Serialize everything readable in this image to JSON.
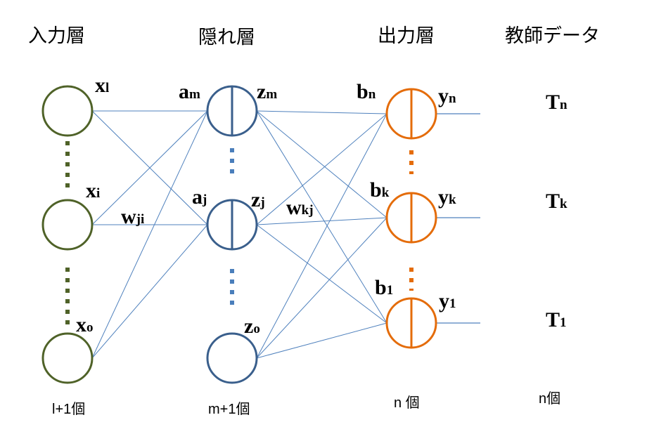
{
  "colors": {
    "input": "#4f6228",
    "hidden": "#3a5f8c",
    "hidden_dots": "#4a7ebb",
    "output": "#e46c0a",
    "edge": "#4f81bd"
  },
  "headers": {
    "input": "入力層",
    "hidden": "隠れ層",
    "output": "出力層",
    "teacher": "教師データ"
  },
  "counts": {
    "input": "l+1個",
    "hidden": "m+1個",
    "output": "n 個",
    "teacher": "n個"
  },
  "layers": {
    "input": [
      {
        "id": "x_l",
        "label_main": "x",
        "label_sub": "l"
      },
      {
        "id": "x_i",
        "label_main": "x",
        "label_sub": "i"
      },
      {
        "id": "x_o",
        "label_main": "x",
        "label_sub": "o"
      }
    ],
    "hidden": [
      {
        "id": "m",
        "in_main": "a",
        "in_sub": "m",
        "out_main": "z",
        "out_sub": "m",
        "divided": true
      },
      {
        "id": "j",
        "in_main": "a",
        "in_sub": "j",
        "out_main": "z",
        "out_sub": "j",
        "divided": true
      },
      {
        "id": "o",
        "out_main": "z",
        "out_sub": "o",
        "divided": false
      }
    ],
    "output": [
      {
        "id": "n",
        "in_main": "b",
        "in_sub": "n",
        "out_main": "y",
        "out_sub": "n"
      },
      {
        "id": "k",
        "in_main": "b",
        "in_sub": "k",
        "out_main": "y",
        "out_sub": "k"
      },
      {
        "id": "1",
        "in_main": "b",
        "in_sub": "1",
        "out_main": "y",
        "out_sub": "1"
      }
    ],
    "teacher": [
      {
        "id": "n",
        "label_main": "T",
        "label_sub": "n"
      },
      {
        "id": "k",
        "label_main": "T",
        "label_sub": "k"
      },
      {
        "id": "1",
        "label_main": "T",
        "label_sub": "1"
      }
    ]
  },
  "weights": {
    "input_hidden": {
      "main": "w",
      "sub": "ji"
    },
    "hidden_output": {
      "main": "w",
      "sub": "kj"
    }
  },
  "edges": {
    "input_hidden": [
      [
        0,
        0
      ],
      [
        0,
        1
      ],
      [
        1,
        0
      ],
      [
        1,
        1
      ],
      [
        2,
        0
      ],
      [
        2,
        1
      ]
    ],
    "hidden_output": [
      [
        0,
        0
      ],
      [
        0,
        1
      ],
      [
        0,
        2
      ],
      [
        1,
        0
      ],
      [
        1,
        1
      ],
      [
        1,
        2
      ],
      [
        2,
        0
      ],
      [
        2,
        1
      ],
      [
        2,
        2
      ]
    ]
  }
}
